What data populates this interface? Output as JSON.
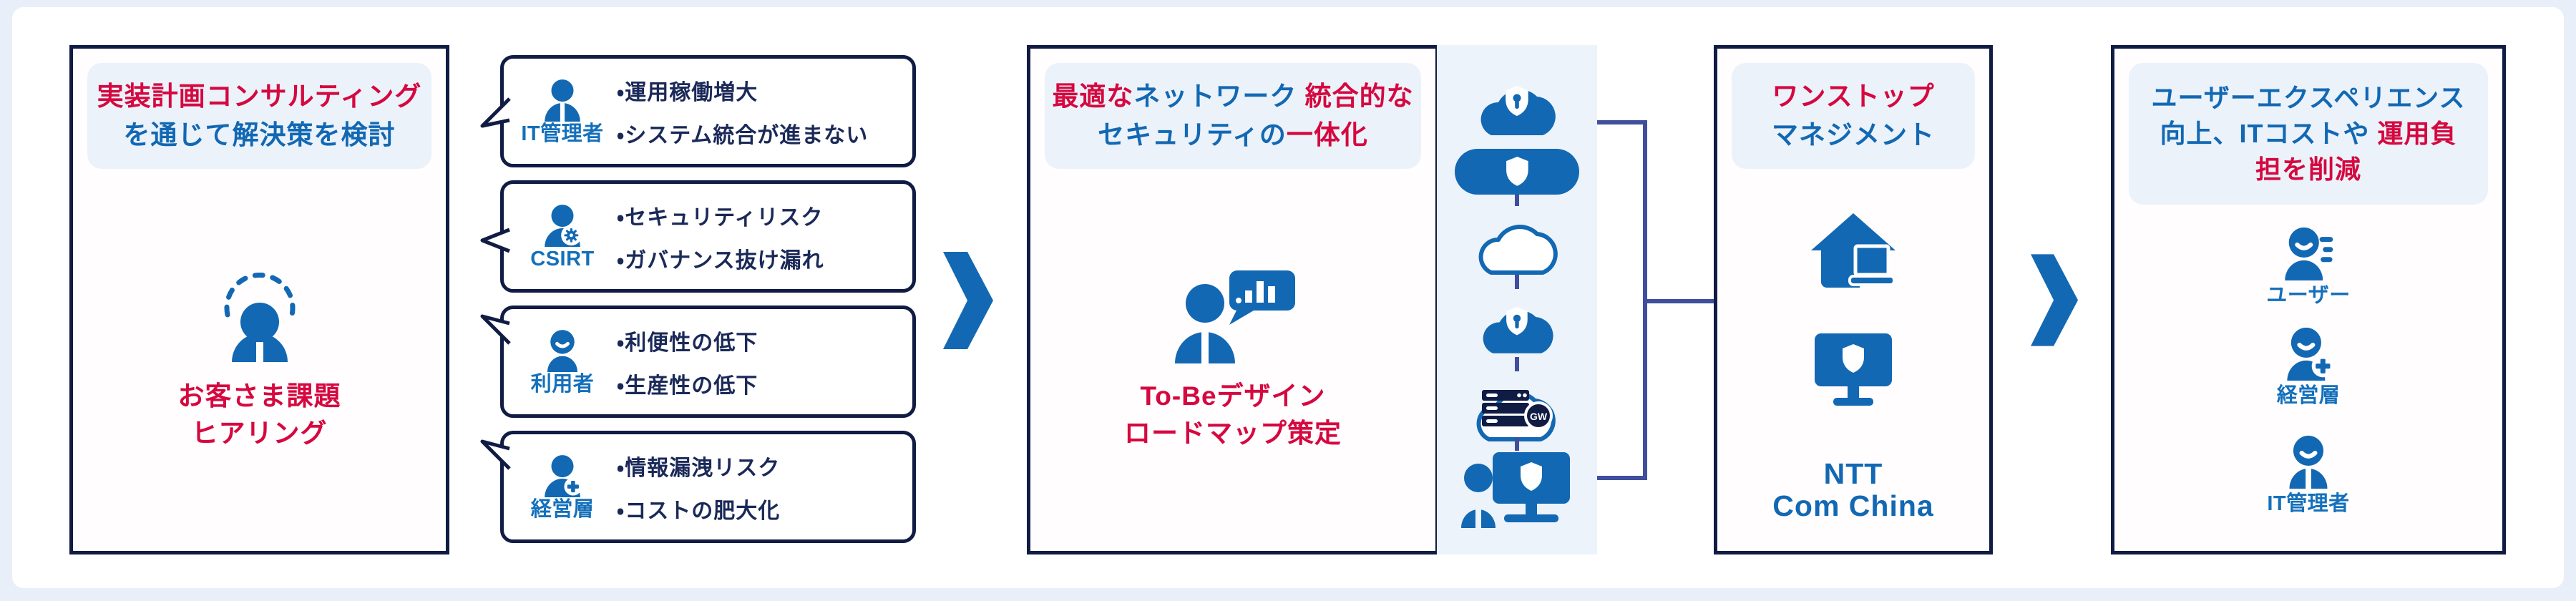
{
  "colors": {
    "brand_blue": "#1268b3",
    "label_blue": "#1470bb",
    "accent_red": "#d5083f",
    "border_navy": "#101c44",
    "text_navy": "#1a2958",
    "connector_indigo": "#404e9e",
    "pill_background": "#ebf2fa",
    "strip_background": "#edf3fa",
    "page_background": "#e8eff8"
  },
  "panel_consulting": {
    "header": {
      "line1": "実装計画コンサルティング",
      "line2": "を通じて解決策を検討"
    },
    "icon": "person-listening-icon",
    "caption": {
      "line1": "お客さま課題",
      "line2": "ヒアリング"
    }
  },
  "stakeholder_bubbles": [
    {
      "label": "IT管理者",
      "icon": "person-tie-icon",
      "items": [
        "・運用稼働増大",
        "・システム統合が進まない"
      ]
    },
    {
      "label": "CSIRT",
      "icon": "person-gear-icon",
      "items": [
        "・セキュリティリスク",
        "・ガバナンス抜け漏れ"
      ]
    },
    {
      "label": "利用者",
      "icon": "person-smile-icon",
      "items": [
        "・利便性の低下",
        "・生産性の低下"
      ]
    },
    {
      "label": "経営層",
      "icon": "person-plus-icon",
      "items": [
        "・情報漏洩リスク",
        "・コストの肥大化"
      ]
    }
  ],
  "panel_tobe": {
    "header": {
      "line1_segments": [
        {
          "text": "最適な",
          "color": "red"
        },
        {
          "text": "ネットワーク",
          "color": "blue"
        },
        {
          "text": " 統合的な",
          "color": "red"
        }
      ],
      "line2_segments": [
        {
          "text": "セキュリティの",
          "color": "blue"
        },
        {
          "text": "一体化",
          "color": "red"
        }
      ]
    },
    "icon": "person-presenting-chart-icon",
    "caption": {
      "line1": "To-Beデザイン",
      "line2": "ロードマップ策定"
    }
  },
  "infrastructure_stack": {
    "icons": [
      {
        "name": "cloud-shield-lock-icon"
      },
      {
        "name": "pill-shield-icon"
      },
      {
        "name": "cloud-outline-icon"
      },
      {
        "name": "cloud-shield-lock-icon"
      },
      {
        "name": "cloud-gateway-icon",
        "badge": "GW"
      },
      {
        "name": "person-monitor-shield-icon"
      }
    ]
  },
  "panel_onestop": {
    "header": {
      "line1": "ワンストップ",
      "line2": "マネジメント"
    },
    "icons": [
      "house-laptop-icon",
      "monitor-shield-icon"
    ],
    "brand": {
      "line1": "NTT",
      "line2": "Com China"
    }
  },
  "panel_outcome": {
    "header": {
      "line1_segments": [
        {
          "text": "ユーザーエクスペリエンス",
          "color": "blue"
        }
      ],
      "line2_segments": [
        {
          "text": "向上、ITコストや ",
          "color": "blue"
        },
        {
          "text": "運用負",
          "color": "red"
        }
      ],
      "line3_segments": [
        {
          "text": "担を削減",
          "color": "red"
        }
      ]
    },
    "personas": [
      {
        "label": "ユーザー",
        "icon": "person-list-icon"
      },
      {
        "label": "経営層",
        "icon": "person-plus-icon"
      },
      {
        "label": "IT管理者",
        "icon": "person-tie-icon"
      }
    ]
  }
}
